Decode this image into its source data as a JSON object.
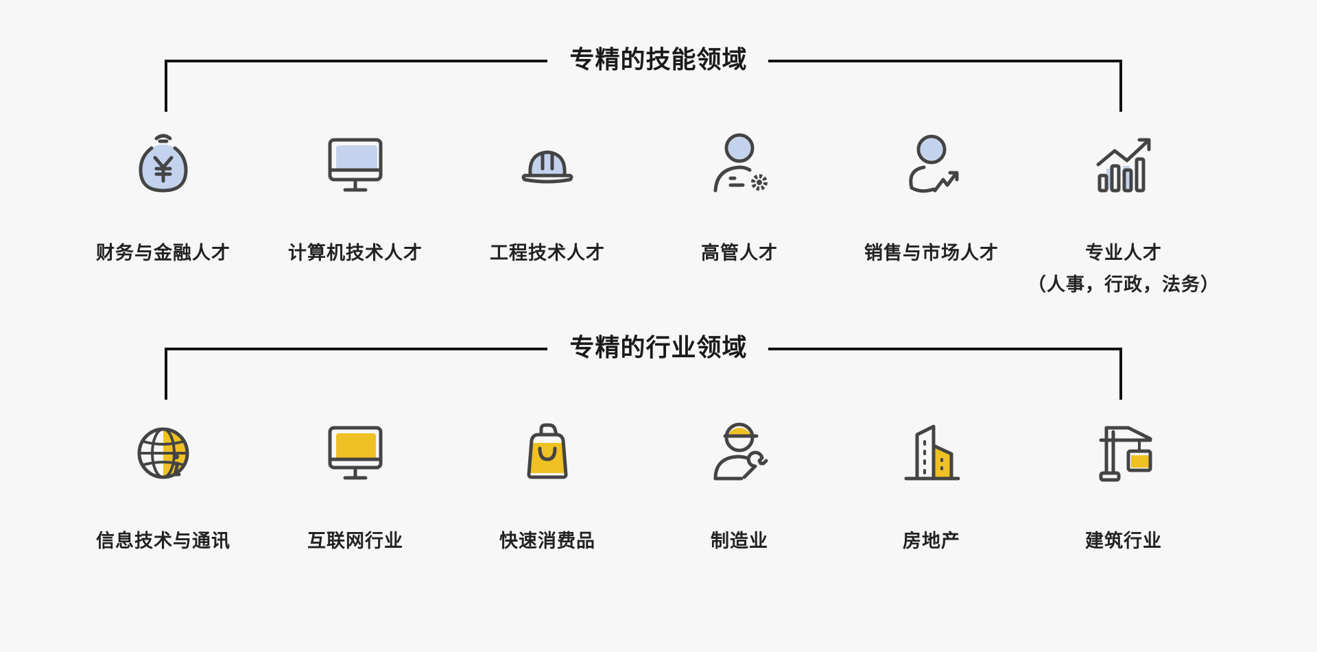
{
  "colors": {
    "stroke": "#444444",
    "skills_fill": "#c3d3ee",
    "industries_fill": "#efc124",
    "bracket": "#111111"
  },
  "skills": {
    "title": "专精的技能领域",
    "items": [
      {
        "icon": "money-bag-yen-icon",
        "label": "财务与金融人才"
      },
      {
        "icon": "computer-monitor-icon",
        "label": "计算机技术人才"
      },
      {
        "icon": "hard-hat-icon",
        "label": "工程技术人才"
      },
      {
        "icon": "manager-gear-icon",
        "label": "高管人才"
      },
      {
        "icon": "sales-person-trend-icon",
        "label": "销售与市场人才"
      },
      {
        "icon": "bar-chart-growth-icon",
        "label": "专业人才",
        "sublabel": "（人事，行政，法务）"
      }
    ]
  },
  "industries": {
    "title": "专精的行业领域",
    "items": [
      {
        "icon": "globe-info-icon",
        "label": "信息技术与通讯"
      },
      {
        "icon": "monitor-icon",
        "label": "互联网行业"
      },
      {
        "icon": "shopping-bag-icon",
        "label": "快速消费品"
      },
      {
        "icon": "worker-wrench-icon",
        "label": "制造业"
      },
      {
        "icon": "buildings-icon",
        "label": "房地产"
      },
      {
        "icon": "crane-icon",
        "label": "建筑行业"
      }
    ]
  }
}
